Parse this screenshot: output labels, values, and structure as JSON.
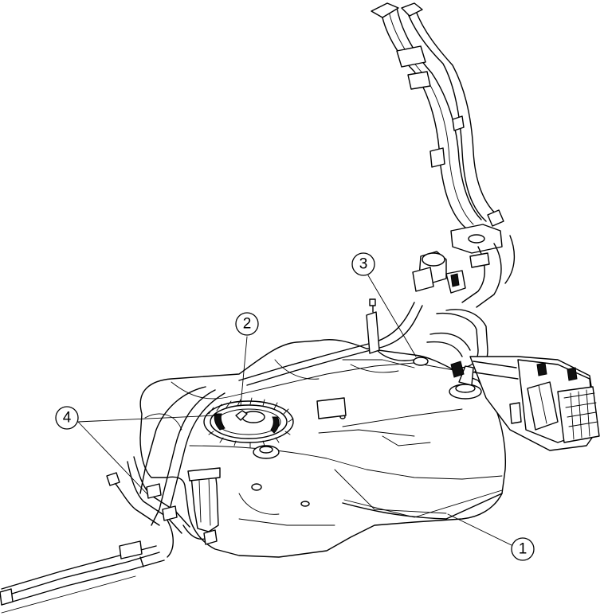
{
  "figure": {
    "subject": "fuel-tank-assembly",
    "line_color": "#000000",
    "background_color": "#ffffff"
  },
  "callouts": [
    {
      "id": "c1",
      "label": "1"
    },
    {
      "id": "c2",
      "label": "2"
    },
    {
      "id": "c3",
      "label": "3"
    },
    {
      "id": "c4",
      "label": "4"
    }
  ]
}
